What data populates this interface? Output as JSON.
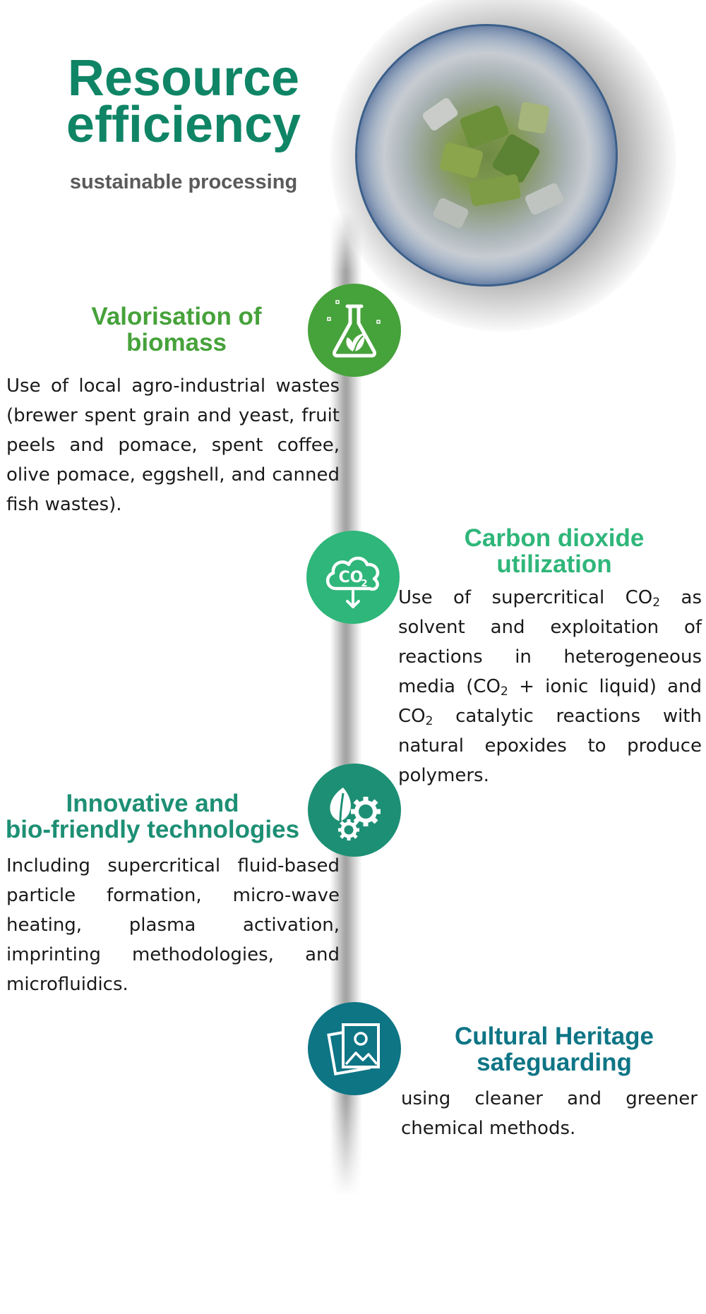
{
  "header": {
    "title": "Resource efficiency",
    "subtitle": "sustainable processing"
  },
  "colors": {
    "title": "#0f8566",
    "valorisation": "#46a23a",
    "carbon": "#2fb67a",
    "innovative": "#1d8f74",
    "heritage": "#0e7585"
  },
  "sections": {
    "valorisation": {
      "icon": "flask-leaf-icon",
      "heading_line1": "Valorisation of",
      "heading_line2": "biomass",
      "text": "Use of local agro-industrial wastes (brewer spent grain and yeast, fruit peels and pomace, spent coffee, olive pomace, eggshell, and canned fish wastes)."
    },
    "carbon": {
      "icon": "co2-cloud-icon",
      "icon_text": "CO",
      "icon_sub": "2",
      "heading_line1": "Carbon dioxide",
      "heading_line2": "utilization",
      "text_p1": "Use of supercritical CO",
      "text_sub1": "2",
      "text_p2": " as solvent and exploitation of reactions in heterogeneous media (CO",
      "text_sub2": "2",
      "text_p3": " + ionic liquid) and CO",
      "text_sub3": "2",
      "text_p4": " catalytic reactions with natural epoxides to produce polymers."
    },
    "innovative": {
      "icon": "leaf-gears-icon",
      "heading_line1": "Innovative and",
      "heading_line2": "bio-friendly technologies",
      "text": "Including supercritical fluid-based particle formation, micro-wave heating, plasma activation, imprinting methodologies, and microfluidics."
    },
    "heritage": {
      "icon": "photo-frames-icon",
      "heading_line1": "Cultural Heritage",
      "heading_line2": "safeguarding",
      "text": "using cleaner and greener chemical methods."
    }
  }
}
